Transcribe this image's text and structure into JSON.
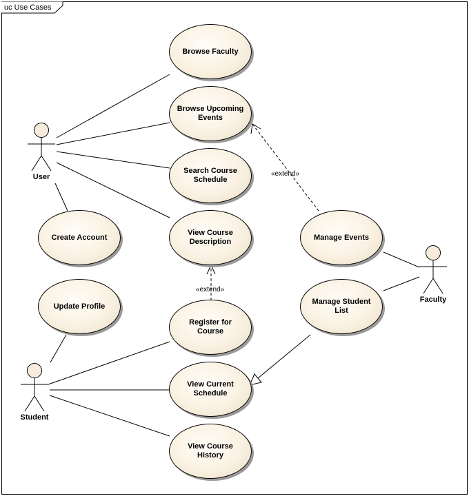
{
  "frame": {
    "label": "uc Use Cases"
  },
  "actors": {
    "user": "User",
    "student": "Student",
    "faculty": "Faculty"
  },
  "use_cases": {
    "browse_faculty": "Browse Faculty",
    "browse_upcoming_events": "Browse Upcoming Events",
    "search_course_schedule": "Search Course Schedule",
    "view_course_description": "View Course Description",
    "create_account": "Create Account",
    "update_profile": "Update Profile",
    "register_for_course": "Register for Course",
    "view_current_schedule": "View Current Schedule",
    "view_course_history": "View Course History",
    "manage_events": "Manage Events",
    "manage_student_list": "Manage Student List"
  },
  "stereotypes": {
    "extend_events": "«extend»",
    "extend_course": "«extend»"
  }
}
